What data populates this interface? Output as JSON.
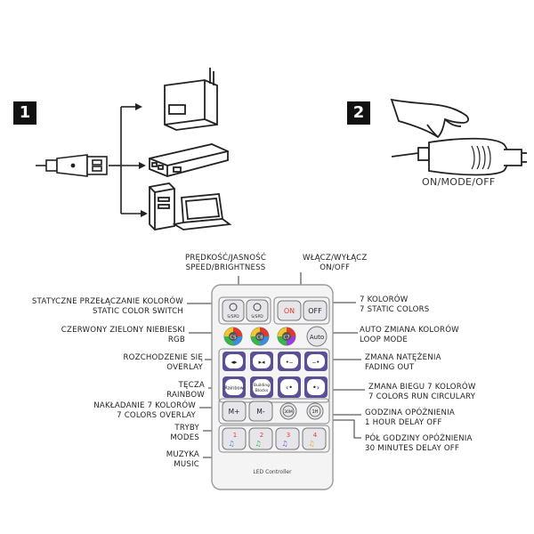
{
  "steps": {
    "step1": "1",
    "step2": "2",
    "step2_caption": "ON/MODE/OFF"
  },
  "remote": {
    "brand_text": "LED Controller",
    "buttons": {
      "speed_up": "S/SPD",
      "speed_down": "S/SPD",
      "on": "ON",
      "off": "OFF",
      "color_cs": "CS",
      "color_c8": "C8",
      "color_c7": "C7",
      "auto": "Auto",
      "rainbow": "Rainbow",
      "building_blocks_1": "Building",
      "building_blocks_2": "Blocks",
      "m_plus": "M+",
      "m_minus": "M-",
      "delay_30m": "30M",
      "delay_1h": "1H",
      "music_1": "1",
      "music_2": "2",
      "music_3": "3",
      "music_4": "4"
    }
  },
  "labels": {
    "speed_pl": "PRĘDKOŚĆ/JASNOŚĆ",
    "speed_en": "SPEED/BRIGHTNESS",
    "onoff_pl": "WŁĄCZ/WYŁĄCZ",
    "onoff_en": "ON/OFF",
    "static_pl": "STATYCZNE PRZEŁĄCZANIE KOLORÓW",
    "static_en": "STATIC COLOR SWITCH",
    "rgb_pl": "CZERWONY ZIELONY NIEBIESKI",
    "rgb_en": "RGB",
    "seven_pl": "7 KOLORÓW",
    "seven_en": "7 STATIC COLORS",
    "loop_pl": "AUTO ZMIANA KOLORÓW",
    "loop_en": "LOOP MODE",
    "overlay_pl": "ROZCHODZENIE SIĘ",
    "overlay_en": "OVERLAY",
    "fading_pl": "ZMANA NATĘŻENIA",
    "fading_en": "FADING OUT",
    "rainbow_pl": "TĘCZA",
    "rainbow_en": "RAINBOW",
    "circ_pl": "ZMANA BIEGU 7 KOLORÓW",
    "circ_en": "7 COLORS RUN CIRCULARY",
    "c7over_pl": "NAKŁADANIE 7 KOLORÓW",
    "c7over_en": "7 COLORS OVERLAY",
    "hour_pl": "GODZINA OPÓŹNIENIA",
    "hour_en": "1 HOUR DELAY OFF",
    "modes_pl": "TRYBY",
    "modes_en": "MODES",
    "half_pl": "PÓŁ GODZINY OPÓŹNIENIA",
    "half_en": "30 MINUTES DELAY OFF",
    "music_pl": "MUZYKA",
    "music_en": "MUSIC"
  },
  "colors": {
    "ink": "#222222",
    "on_red": "#e23a2e",
    "button_purple": "#5b4f96",
    "button_light": "#e6e6ea",
    "remote_body": "#f4f4f4"
  }
}
